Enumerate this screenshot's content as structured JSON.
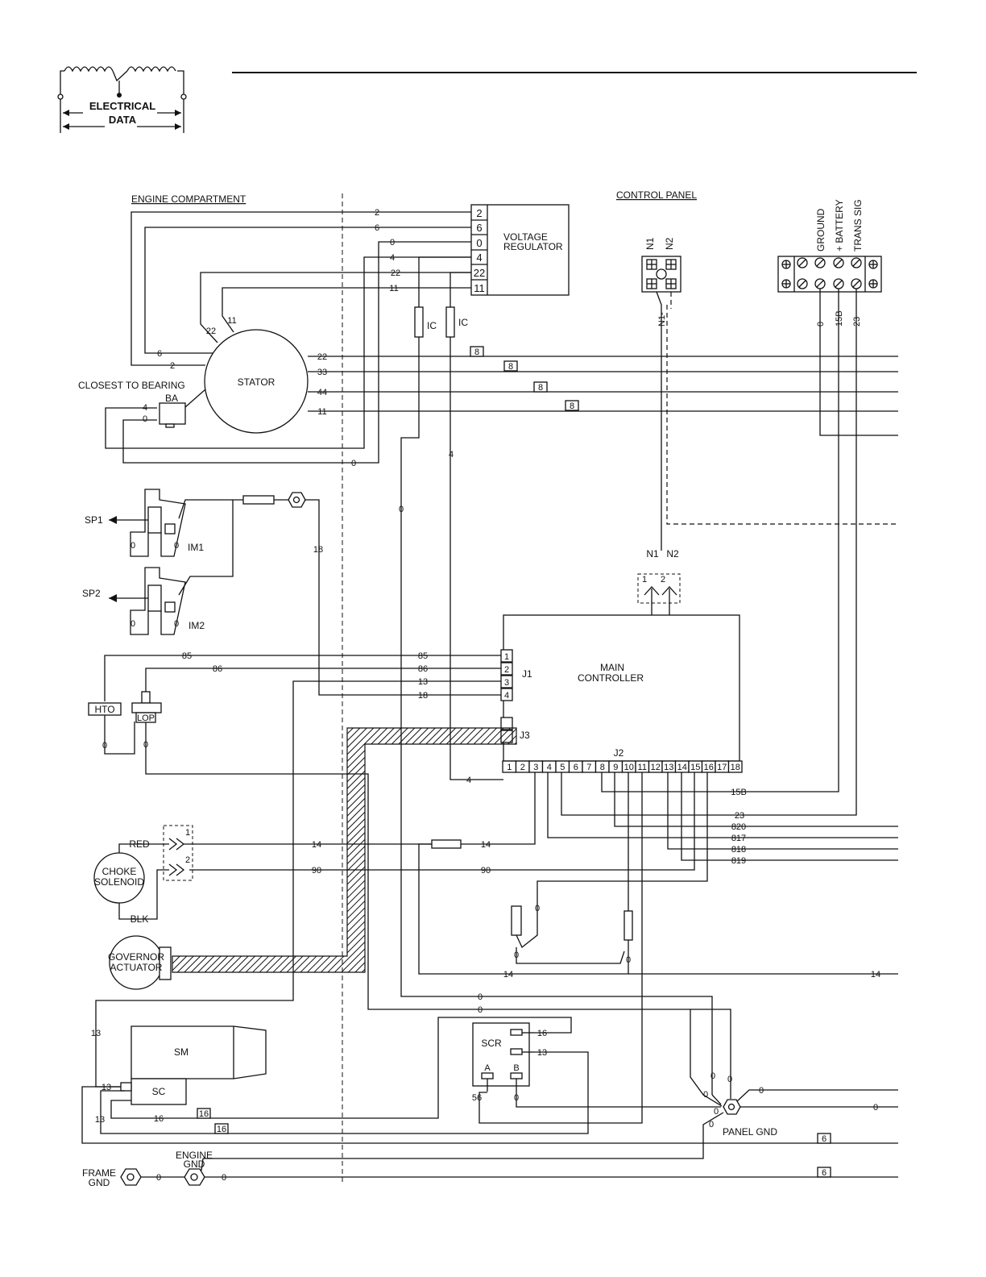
{
  "logo": {
    "line1": "ELECTRICAL",
    "line2": "DATA"
  },
  "sections": {
    "engine": "ENGINE COMPARTMENT",
    "control": "CONTROL PANEL"
  },
  "vr": {
    "title1": "VOLTAGE",
    "title2": "REGULATOR",
    "pins": [
      "2",
      "6",
      "0",
      "4",
      "22",
      "11"
    ]
  },
  "stator": {
    "label": "STATOR",
    "bearing": "CLOSEST TO BEARING",
    "ba": "BA"
  },
  "wires": {
    "w2": "2",
    "w6": "6",
    "w0": "0",
    "w4": "4",
    "w22": "22",
    "w11": "11",
    "w33": "33",
    "w44": "44",
    "w13": "13",
    "w14": "14",
    "w15b": "15B",
    "w16": "16",
    "w18": "18",
    "w23": "23",
    "w56": "56",
    "w85": "85",
    "w86": "86",
    "w90": "90",
    "w820": "820",
    "w817": "817",
    "w818": "818",
    "w819": "819"
  },
  "ic": "IC",
  "tag8": "8",
  "tag6": "6",
  "tag16": "16",
  "terminal": {
    "ground": "GROUND",
    "battery": "+ BATTERY",
    "trans": "TRANS SIG"
  },
  "n": {
    "n1": "N1",
    "n2": "N2",
    "n1dash": "N1-",
    "c1": "1",
    "c2": "2"
  },
  "sensors": {
    "sp1": "SP1",
    "sp2": "SP2",
    "im1": "IM1",
    "im2": "IM2"
  },
  "hto": "HTO",
  "lop": "LOP",
  "controller": {
    "title1": "MAIN",
    "title2": "CONTROLLER",
    "j1": "J1",
    "j2": "J2",
    "j3": "J3",
    "j1pins": [
      "1",
      "2",
      "3",
      "4"
    ],
    "j2pins": [
      "1",
      "2",
      "3",
      "4",
      "5",
      "6",
      "7",
      "8",
      "9",
      "10",
      "11",
      "12",
      "13",
      "14",
      "15",
      "16",
      "17",
      "18"
    ]
  },
  "choke": {
    "l1": "CHOKE",
    "l2": "SOLENOID",
    "red": "RED",
    "blk": "BLK",
    "c1": "1",
    "c2": "2"
  },
  "governor": {
    "l1": "GOVERNOR",
    "l2": "ACTUATOR"
  },
  "sm": "SM",
  "sc": "SC",
  "scr": {
    "label": "SCR",
    "a": "A",
    "b": "B"
  },
  "grounds": {
    "panel": "PANEL GND",
    "engine1": "ENGINE",
    "engine2": "GND",
    "frame1": "FRAME",
    "frame2": "GND"
  }
}
